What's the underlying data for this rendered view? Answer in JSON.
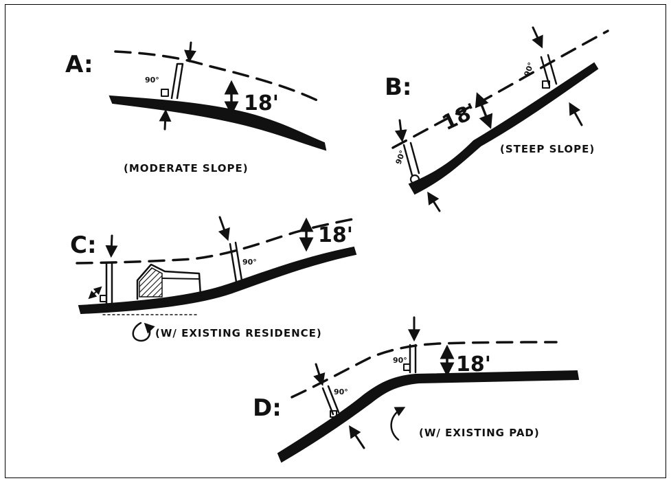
{
  "diagram": {
    "panel_a": {
      "letter": "A:",
      "dimension": "18'",
      "angle": "90°",
      "caption": "(MODERATE SLOPE)"
    },
    "panel_b": {
      "letter": "B:",
      "dimension": "18'",
      "angle_top": "90°",
      "angle_bottom": "90°",
      "caption": "(STEEP SLOPE)"
    },
    "panel_c": {
      "letter": "C:",
      "dimension": "18'",
      "angle": "90°",
      "caption": "(W/ EXISTING RESIDENCE)"
    },
    "panel_d": {
      "letter": "D:",
      "dimension": "18'",
      "angle_left": "90°",
      "angle_right": "90°",
      "caption": "(W/ EXISTING PAD)"
    },
    "colors": {
      "ink": "#111111",
      "background": "#ffffff"
    }
  }
}
